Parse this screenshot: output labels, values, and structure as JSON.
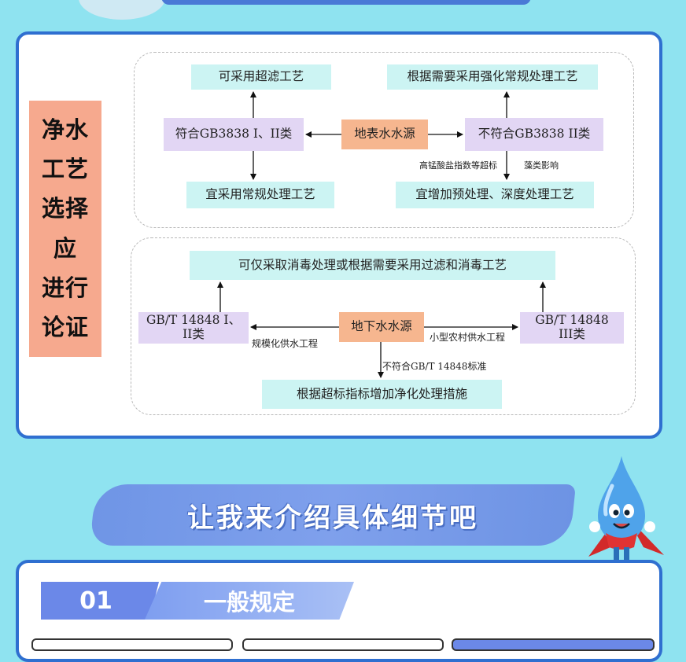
{
  "side_label": [
    "净水",
    "工艺",
    "选择",
    "应",
    "进行",
    "论证"
  ],
  "surface": {
    "source": "地表水水源",
    "left_class": "符合GB3838 I、II类",
    "right_class": "不符合GB3838 II类",
    "top_left": "可采用超滤工艺",
    "bottom_left": "宜采用常规处理工艺",
    "top_right": "根据需要采用强化常规处理工艺",
    "bottom_right": "宜增加预处理、深度处理工艺",
    "note_left": "高锰酸盐指数等超标",
    "note_right": "藻类影响"
  },
  "ground": {
    "top": "可仅采取消毒处理或根据需要采用过滤和消毒工艺",
    "left": "GB/T 14848 I、II类",
    "source": "地下水水源",
    "right": "GB/T 14848 III类",
    "bottom": "根据超标指标增加净化处理措施",
    "note_left": "规模化供水工程",
    "note_right": "小型农村供水工程",
    "note_down": "不符合GB/T 14848标准"
  },
  "banner": {
    "text": "让我来介绍具体细节吧"
  },
  "section": {
    "number": "01",
    "title": "一般规定"
  },
  "colors": {
    "card_border": "#2f6fd0",
    "background": "#8fe3f0",
    "cyan_box": "#ccf4f3",
    "lavender_box": "#e2d6f4",
    "orange_box": "#f6b68f",
    "side_label": "#f6a98e"
  }
}
